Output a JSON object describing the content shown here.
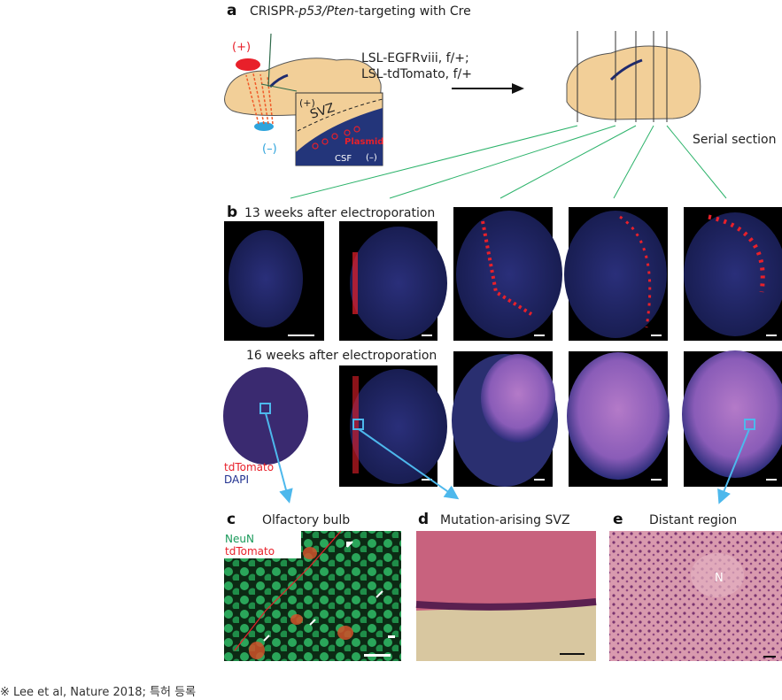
{
  "panel_a": {
    "label": "a",
    "title_prefix": "CRISPR-",
    "title_italic": "p53/Pten",
    "title_suffix": "-targeting with Cre",
    "electrode_plus": "(+)",
    "electrode_minus": "(–)",
    "inset_plus": "(+)",
    "inset_minus": "(–)",
    "inset_svz": "SVZ",
    "inset_plasmid": "Plasmid",
    "inset_csf": "CSF",
    "genotype_line1": "LSL-EGFRviii, f/+;",
    "genotype_line2": "LSL-tdTomato, f/+",
    "serial_section": "Serial section"
  },
  "panel_b": {
    "label": "b",
    "row1_title": "13 weeks after electroporation",
    "row2_title": "16 weeks after electroporation",
    "legend_tdtomato": "tdTomato",
    "legend_dapi": "DAPI"
  },
  "panel_c": {
    "label": "c",
    "title": "Olfactory bulb",
    "legend_neun": "NeuN",
    "legend_tdtomato": "tdTomato"
  },
  "panel_d": {
    "label": "d",
    "title": "Mutation-arising SVZ"
  },
  "panel_e": {
    "label": "e",
    "title": "Distant region",
    "marker": "N"
  },
  "footnote": "※ Lee et al, Nature 2018; 특허 등록",
  "colors": {
    "brain": "#f2cf98",
    "csf": "#23357a",
    "green_line": "#2db36b",
    "arrow_blue": "#4db8ec",
    "tdtomato": "#e8202a",
    "dapi": "#1f2f8f"
  }
}
